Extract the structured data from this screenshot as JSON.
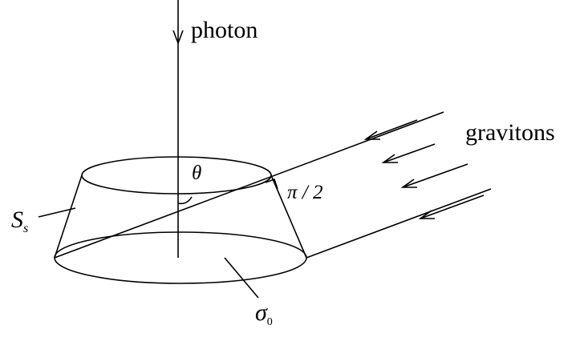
{
  "labels": {
    "photon": "photon",
    "gravitons": "gravitons",
    "theta": "θ",
    "right_angle": "π / 2",
    "surface_S": "S",
    "surface_S_sub": "s",
    "sigma": "σ",
    "sigma_sub": "0"
  },
  "colors": {
    "stroke": "#000000",
    "background": "#ffffff"
  }
}
